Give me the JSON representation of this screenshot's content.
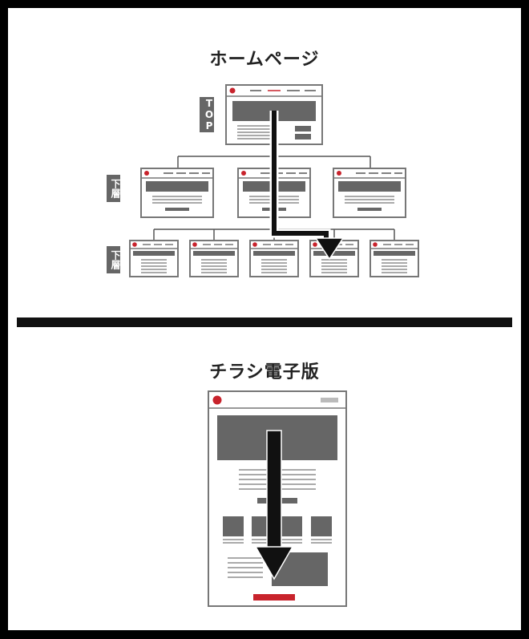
{
  "homepage": {
    "title": "ホームページ",
    "label_top": "TOP",
    "label_lower_1": "下層",
    "label_lower_2": "下層"
  },
  "flyer": {
    "title": "チラシ電子版"
  },
  "colors": {
    "accent": "#c8232c",
    "dark": "#555555",
    "mid": "#666666",
    "line": "#111111",
    "border": "#777777"
  }
}
